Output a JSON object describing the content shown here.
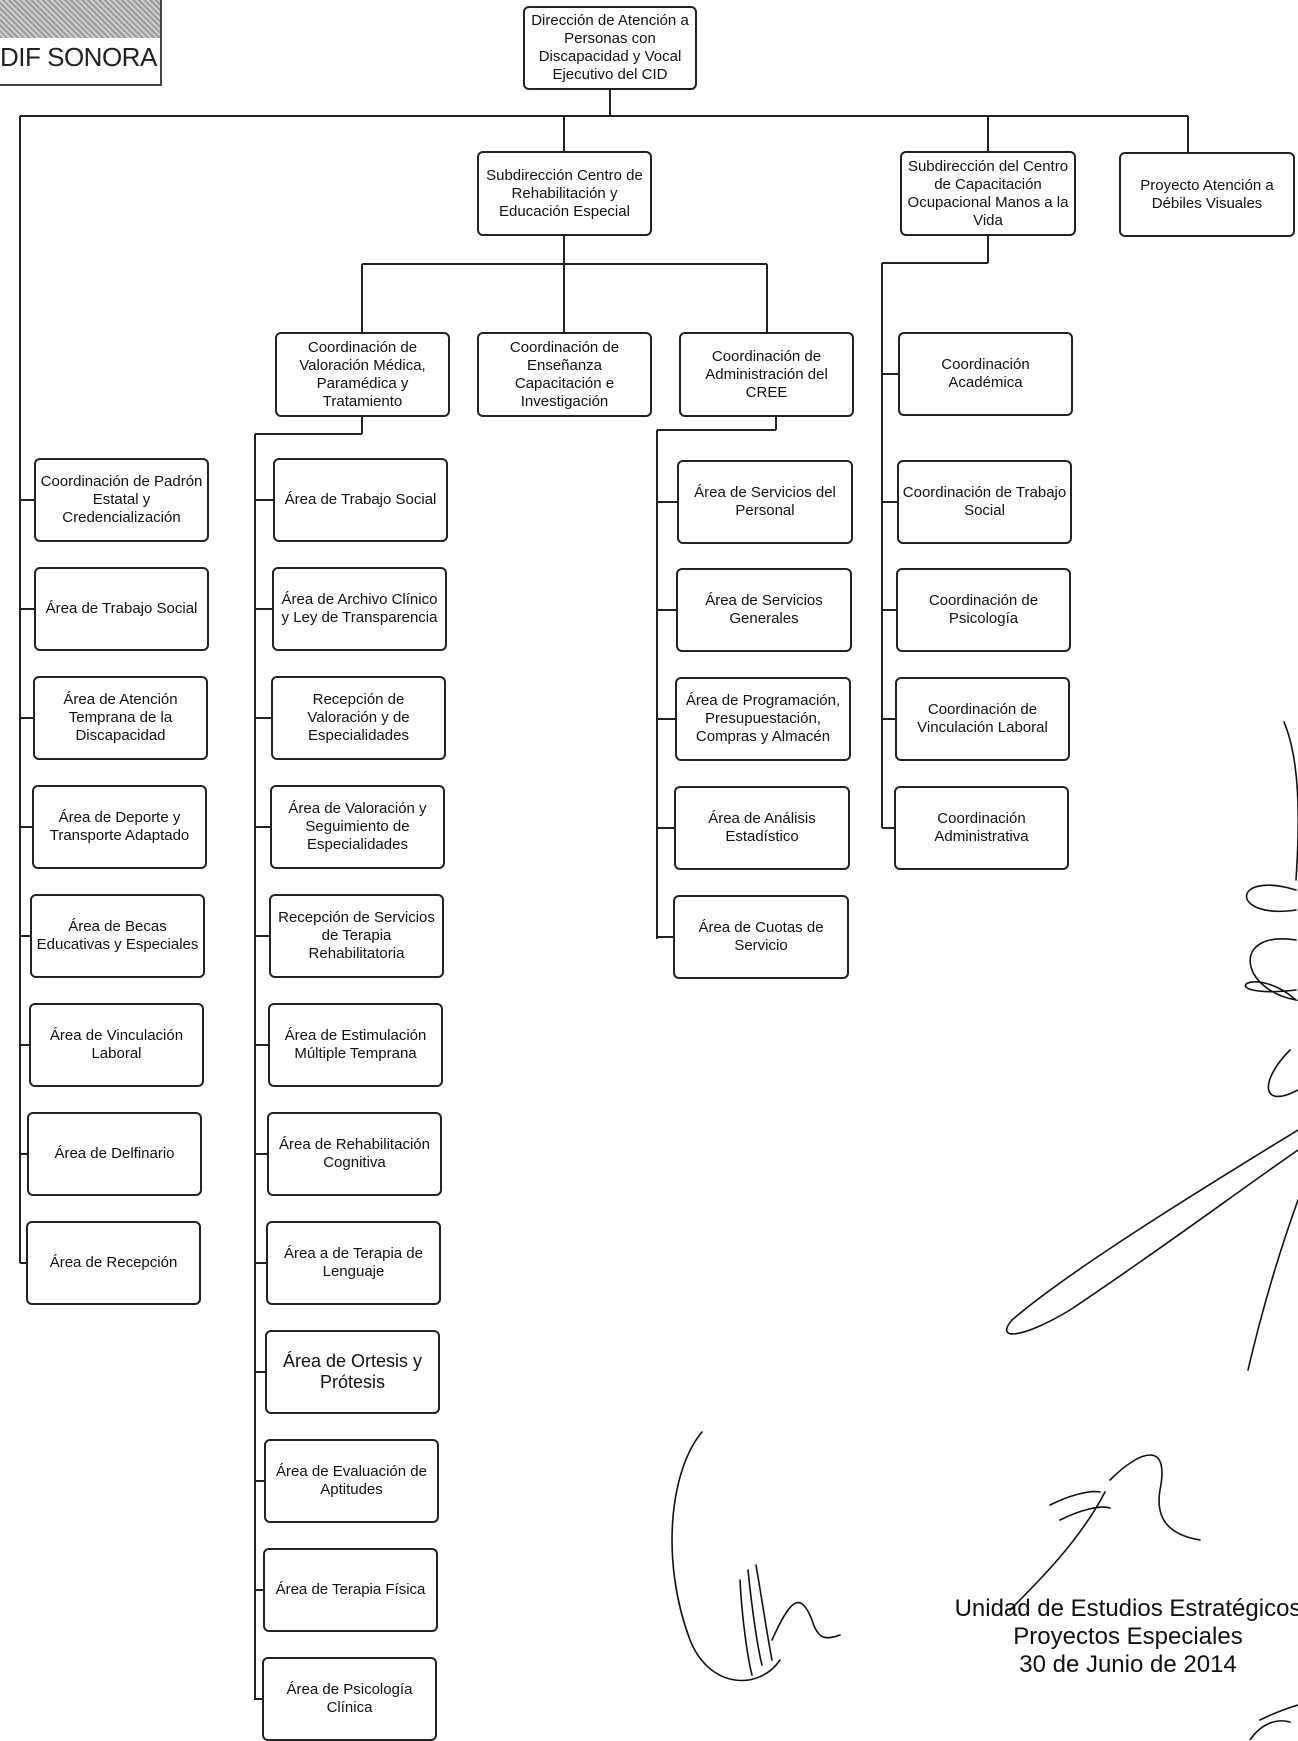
{
  "logo": {
    "text": "DIF SONORA"
  },
  "boxes": {
    "root": "Dirección de Atención a Personas con Discapacidad y Vocal Ejecutivo del CID",
    "subCrees": "Subdirección Centro de Rehabilitación y Educación Especial",
    "subCco": "Subdirección del Centro de Capacitación Ocupacional Manos a la Vida",
    "proyecto": "Proyecto Atención a Débiles Visuales",
    "coordValoracion": "Coordinación de Valoración Médica, Paramédica y Tratamiento",
    "coordEnsenanza": "Coordinación de Enseñanza Capacitación e Investigación",
    "coordAdminCree": "Coordinación de Administración del CREE",
    "leftCol": [
      "Coordinación de Padrón Estatal y Credencialización",
      "Área de Trabajo Social",
      "Área de Atención Temprana de la Discapacidad",
      "Área de Deporte y Transporte Adaptado",
      "Área de Becas Educativas y Especiales",
      "Área de Vinculación Laboral",
      "Área de Delfinario",
      "Área de Recepción"
    ],
    "valCol": [
      "Área de Trabajo Social",
      "Área de Archivo Clínico y Ley de Transparencia",
      "Recepción de Valoración y de Especialidades",
      "Área de Valoración y Seguimiento de Especialidades",
      "Recepción de Servicios de Terapia Rehabilitatoria",
      "Área de Estimulación Múltiple Temprana",
      "Área de Rehabilitación Cognitiva",
      "Área a de Terapia de Lenguaje",
      "Área de Ortesis y Prótesis",
      "Área de Evaluación de Aptitudes",
      "Área de Terapia Física",
      "Área de Psicología Clínica"
    ],
    "adminCol": [
      "Área de Servicios del Personal",
      "Área de Servicios Generales",
      "Área de Programación, Presupuestación, Compras y Almacén",
      "Área de Análisis Estadístico",
      "Área de Cuotas de Servicio"
    ],
    "ccoCol": [
      "Coordinación Académica",
      "Coordinación de Trabajo Social",
      "Coordinación de Psicología",
      "Coordinación de Vinculación Laboral",
      "Coordinación Administrativa"
    ]
  },
  "footer": {
    "line1": "Unidad de Estudios Estratégicos",
    "line2": "Proyectos Especiales",
    "line3": "30 de Junio de 2014"
  }
}
